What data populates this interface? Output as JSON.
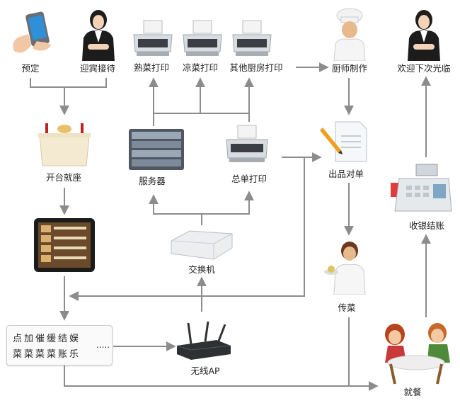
{
  "nodes": {
    "reserve": "预定",
    "reception": "迎宾接待",
    "hot_print": "熟菜打印",
    "cold_print": "凉菜打印",
    "other_print": "其他厨房打印",
    "chef": "厨师制作",
    "farewell": "欢迎下次光临",
    "seat": "开台就座",
    "server": "服务器",
    "total_print": "总单打印",
    "check": "出品对单",
    "cashier": "收银结账",
    "switch": "交换机",
    "deliver": "传菜",
    "wifi": "无线AP",
    "dining": "就餐"
  },
  "order_menu": {
    "row1": "点加催缓结娱",
    "row2": "菜菜菜菜账乐",
    "more": "....."
  },
  "colors": {
    "arrow": "#8c8c8c",
    "label": "#222222"
  }
}
